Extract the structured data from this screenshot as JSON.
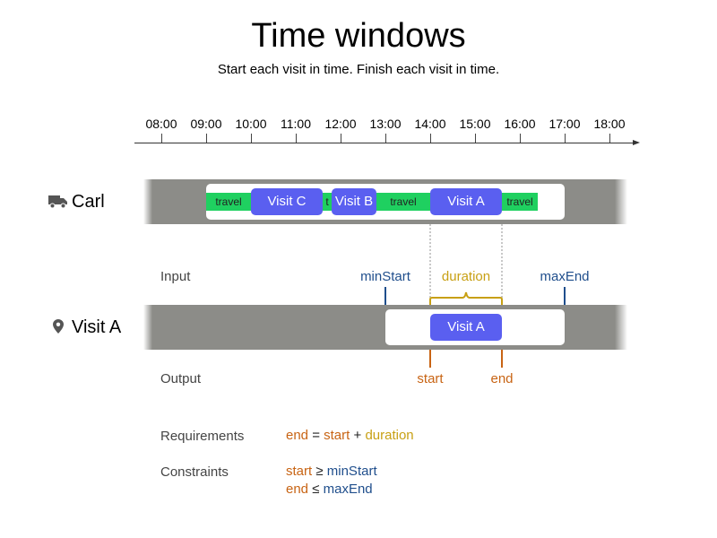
{
  "title": "Time windows",
  "subtitle": "Start each visit in time. Finish each visit in time.",
  "timeline": {
    "ticks": [
      "08:00",
      "09:00",
      "10:00",
      "11:00",
      "12:00",
      "13:00",
      "14:00",
      "15:00",
      "16:00",
      "17:00",
      "18:00"
    ]
  },
  "carl_row": {
    "label": "Carl",
    "icon": "truck-icon",
    "segments": {
      "travel1": "travel",
      "visit_c": "Visit C",
      "travel2": "t",
      "visit_b": "Visit B",
      "travel3": "travel",
      "visit_a": "Visit A",
      "travel4": "travel"
    }
  },
  "visit_row": {
    "label": "Visit A",
    "icon": "map-pin-icon",
    "visit": "Visit A"
  },
  "input": {
    "label": "Input",
    "min_start": "minStart",
    "duration": "duration",
    "max_end": "maxEnd"
  },
  "output": {
    "label": "Output",
    "start": "start",
    "end": "end"
  },
  "requirements": {
    "label": "Requirements",
    "parts": [
      "end",
      " = ",
      "start",
      " + ",
      "duration"
    ]
  },
  "constraints": {
    "label": "Constraints",
    "line1": [
      "start",
      " ≥ ",
      "minStart"
    ],
    "line2": [
      "end",
      " ≤ ",
      "maxEnd"
    ]
  },
  "colors": {
    "visit": "#5a5ff0",
    "travel": "#1fd060",
    "lane": "#8c8c88",
    "blue": "#1f4e8c",
    "orange": "#c86414",
    "gold": "#c8a014"
  }
}
